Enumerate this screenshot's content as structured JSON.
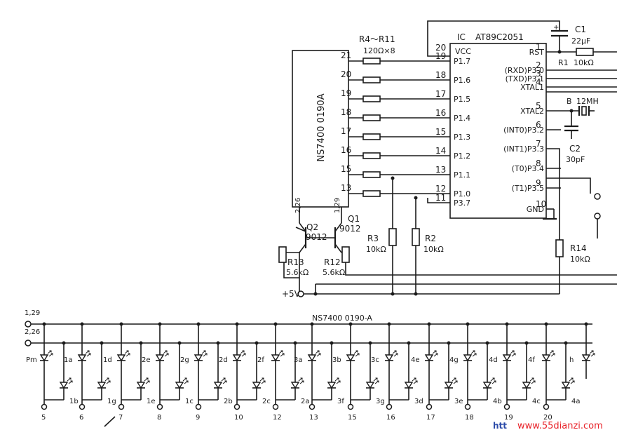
{
  "ic": {
    "ref": "IC",
    "part": "AT89C2051",
    "left_pins": [
      {
        "num": "19",
        "name": "P1.7"
      },
      {
        "num": "18",
        "name": "P1.6"
      },
      {
        "num": "17",
        "name": "P1.5"
      },
      {
        "num": "16",
        "name": "P1.4"
      },
      {
        "num": "15",
        "name": "P1.3"
      },
      {
        "num": "14",
        "name": "P1.2"
      },
      {
        "num": "13",
        "name": "P1.1"
      },
      {
        "num": "12",
        "name": "P1.0"
      },
      {
        "num": "11",
        "name": "P3.7"
      }
    ],
    "right_pins": [
      {
        "num": "1",
        "name": "RST"
      },
      {
        "num": "2",
        "name": "(RXD)P3.0"
      },
      {
        "num": "3",
        "name": "(TXD)P3.1"
      },
      {
        "num": "4",
        "name": "XTAL1"
      },
      {
        "num": "5",
        "name": "XTAL2"
      },
      {
        "num": "6",
        "name": "(INT0)P3.2"
      },
      {
        "num": "7",
        "name": "(INT1)P3.3"
      },
      {
        "num": "8",
        "name": "(T0)P3.4"
      },
      {
        "num": "9",
        "name": "(T1)P3.5"
      },
      {
        "num": "10",
        "name": "GND"
      }
    ],
    "vcc_label": "VCC",
    "vcc_pin": "20"
  },
  "display": {
    "label": "NS7400 0190A",
    "pins": [
      "21",
      "20",
      "19",
      "18",
      "17",
      "16",
      "15",
      "13"
    ],
    "common_left": "2,26",
    "common_right": "1,29"
  },
  "resistor_array": {
    "ref": "R4～R11",
    "value": "120Ω×8"
  },
  "components": {
    "c1": {
      "ref": "C1",
      "value": "22μF",
      "plus": "+"
    },
    "r1": {
      "ref": "R1",
      "value": "10kΩ"
    },
    "crystal": {
      "ref": "B",
      "value": "12MH"
    },
    "c2": {
      "ref": "C2",
      "value": "30pF"
    },
    "q2": {
      "ref": "Q2",
      "value": "9012"
    },
    "q1": {
      "ref": "Q1",
      "value": "9012"
    },
    "r13": {
      "ref": "R13",
      "value": "5.6kΩ"
    },
    "r12": {
      "ref": "R12",
      "value": "5.6kΩ"
    },
    "r3": {
      "ref": "R3",
      "value": "10kΩ"
    },
    "r2": {
      "ref": "R2",
      "value": "10kΩ"
    },
    "r14": {
      "ref": "R14",
      "value": "10kΩ"
    },
    "supply": "+5V"
  },
  "bottom": {
    "title": "NS7400  0190-A",
    "bus_top": "1,29",
    "bus_bottom": "2,26",
    "top_leds": [
      "Pm",
      "1a",
      "1d",
      "2e",
      "2g",
      "2d",
      "2f",
      "3a",
      "3b",
      "3c",
      "4e",
      "4g",
      "4d",
      "4f",
      "h"
    ],
    "bottom_leds": [
      "1b",
      "1g",
      "1e",
      "1c",
      "2b",
      "2c",
      "2a",
      "3f",
      "3g",
      "3d",
      "3e",
      "4b",
      "4c",
      "4a"
    ],
    "pins": [
      "5",
      "6",
      "7",
      "8",
      "9",
      "10",
      "12",
      "13",
      "15",
      "16",
      "17",
      "18",
      "19",
      "20"
    ]
  },
  "watermark": {
    "left": "htt",
    "right": "www.55dianzi.com"
  }
}
